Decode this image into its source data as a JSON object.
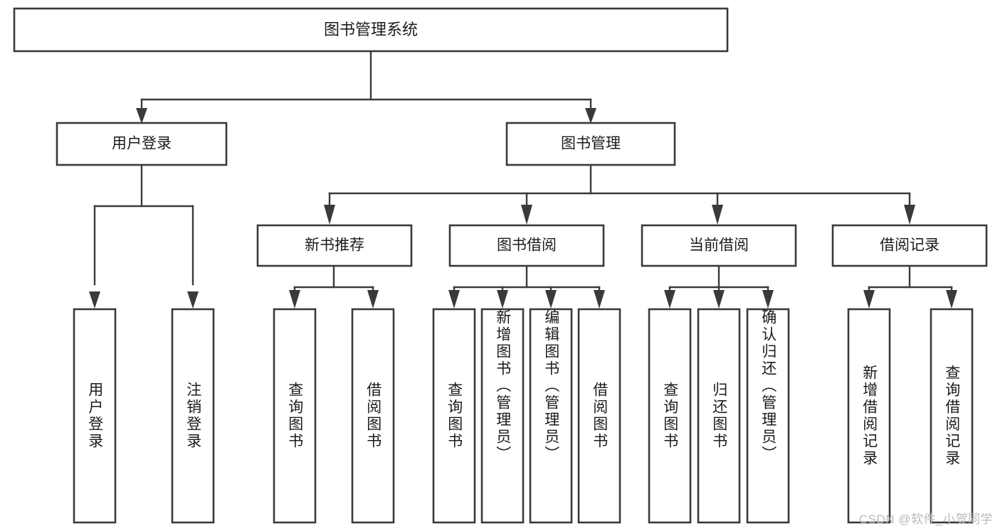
{
  "diagram": {
    "type": "tree",
    "title": "图书管理系统",
    "watermark": "CSDN @软件_小贺同学",
    "root": {
      "id": "root",
      "label": "图书管理系统",
      "level": 0
    },
    "level1": [
      {
        "id": "user-login",
        "label": "用户登录",
        "level": 1
      },
      {
        "id": "book-manage",
        "label": "图书管理",
        "level": 1
      }
    ],
    "level2": [
      {
        "id": "new-book-recommend",
        "label": "新书推荐",
        "level": 2,
        "parent": "book-manage"
      },
      {
        "id": "book-borrow",
        "label": "图书借阅",
        "level": 2,
        "parent": "book-manage"
      },
      {
        "id": "current-borrow",
        "label": "当前借阅",
        "level": 2,
        "parent": "book-manage"
      },
      {
        "id": "borrow-record",
        "label": "借阅记录",
        "level": 2,
        "parent": "book-manage"
      }
    ],
    "leaves": [
      {
        "id": "leaf-user-login",
        "label": "用户登录",
        "parent": "user-login"
      },
      {
        "id": "leaf-user-logout",
        "label": "注销登录",
        "parent": "user-login"
      },
      {
        "id": "leaf-query-book-1",
        "label": "查询图书",
        "parent": "new-book-recommend"
      },
      {
        "id": "leaf-borrow-book-1",
        "label": "借阅图书",
        "parent": "new-book-recommend"
      },
      {
        "id": "leaf-query-book-2",
        "label": "查询图书",
        "parent": "book-borrow"
      },
      {
        "id": "leaf-add-book",
        "label": "新增图书（管理员）",
        "parent": "book-borrow"
      },
      {
        "id": "leaf-edit-book",
        "label": "编辑图书（管理员）",
        "parent": "book-borrow"
      },
      {
        "id": "leaf-borrow-book-2",
        "label": "借阅图书",
        "parent": "book-borrow"
      },
      {
        "id": "leaf-query-book-3",
        "label": "查询图书",
        "parent": "current-borrow"
      },
      {
        "id": "leaf-return-book",
        "label": "归还图书",
        "parent": "current-borrow"
      },
      {
        "id": "leaf-confirm-return",
        "label": "确认归还（管理员）",
        "parent": "current-borrow"
      },
      {
        "id": "leaf-add-record",
        "label": "新增借阅记录",
        "parent": "borrow-record"
      },
      {
        "id": "leaf-query-record",
        "label": "查询借阅记录",
        "parent": "borrow-record"
      }
    ],
    "colors": {
      "box_stroke": "#3a3a3a",
      "box_fill": "#ffffff",
      "connector": "#3a3a3a",
      "text": "#1b1b1b",
      "background": "#ffffff",
      "watermark": "#b9b9b9"
    }
  }
}
